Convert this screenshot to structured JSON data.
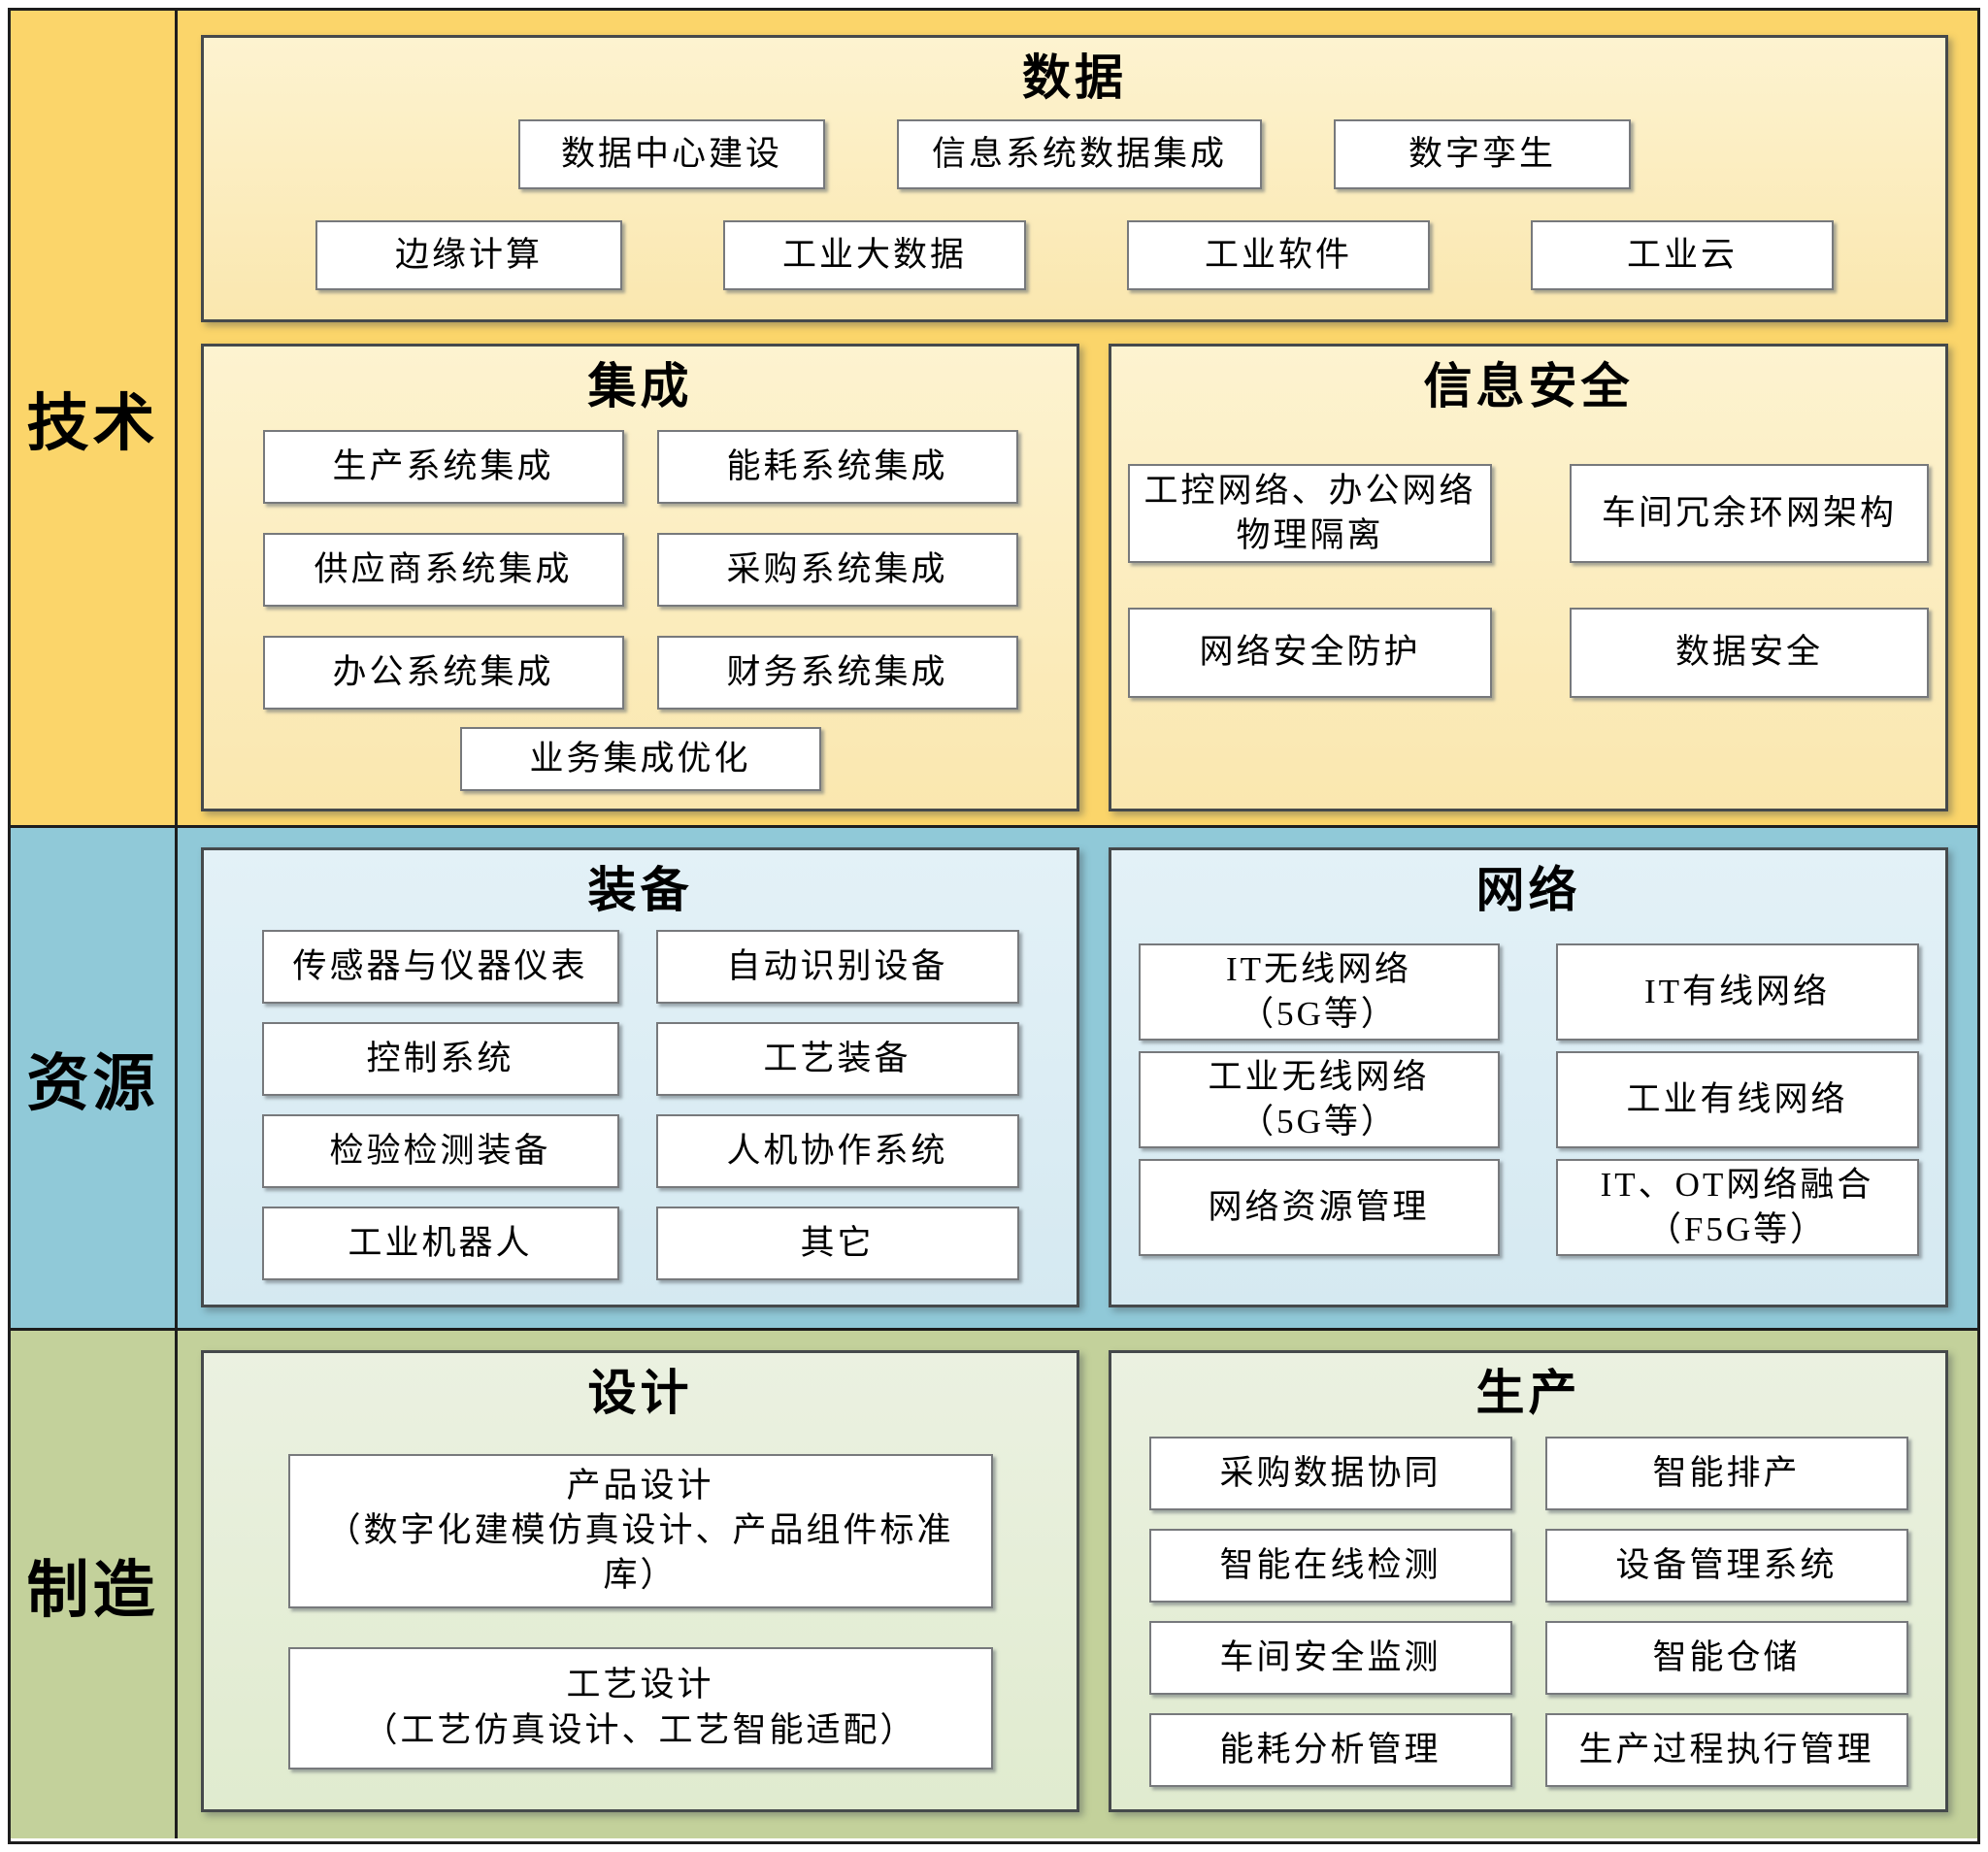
{
  "bands": {
    "tech": {
      "label": "技术"
    },
    "resource": {
      "label": "资源"
    },
    "mfg": {
      "label": "制造"
    }
  },
  "sections": {
    "data": {
      "title": "数据",
      "row1": [
        "数据中心建设",
        "信息系统数据集成",
        "数字孪生"
      ],
      "row2": [
        "边缘计算",
        "工业大数据",
        "工业软件",
        "工业云"
      ]
    },
    "integration": {
      "title": "集成",
      "items": [
        "生产系统集成",
        "能耗系统集成",
        "供应商系统集成",
        "采购系统集成",
        "办公系统集成",
        "财务系统集成"
      ],
      "footer": "业务集成优化"
    },
    "security": {
      "title": "信息安全",
      "items": [
        "工控网络、办公网络\n物理隔离",
        "车间冗余环网架构",
        "网络安全防护",
        "数据安全"
      ]
    },
    "equipment": {
      "title": "装备",
      "items": [
        "传感器与仪器仪表",
        "自动识别设备",
        "控制系统",
        "工艺装备",
        "检验检测装备",
        "人机协作系统",
        "工业机器人",
        "其它"
      ]
    },
    "network": {
      "title": "网络",
      "items": [
        "IT无线网络\n（5G等）",
        "IT有线网络",
        "工业无线网络\n（5G等）",
        "工业有线网络",
        "网络资源管理",
        "IT、OT网络融合\n（F5G等）"
      ]
    },
    "design": {
      "title": "设计",
      "items": [
        "产品设计\n（数字化建模仿真设计、产品组件标准库）",
        "工艺设计\n（工艺仿真设计、工艺智能适配）"
      ]
    },
    "production": {
      "title": "生产",
      "items": [
        "采购数据协同",
        "智能排产",
        "智能在线检测",
        "设备管理系统",
        "车间安全监测",
        "智能仓储",
        "能耗分析管理",
        "生产过程执行管理"
      ]
    }
  },
  "palette": {
    "tech_band": "#fbd56a",
    "tech_panel": "#fdf3d0",
    "resource_band": "#90c9d8",
    "resource_panel": "#e3f1f7",
    "mfg_band": "#c3d19b",
    "mfg_panel": "#ebf1e1",
    "box_background": "#ffffff",
    "box_border": "#77797c",
    "panel_border": "#45494b",
    "frame_border": "#1d1d1d",
    "text": "#000000"
  }
}
